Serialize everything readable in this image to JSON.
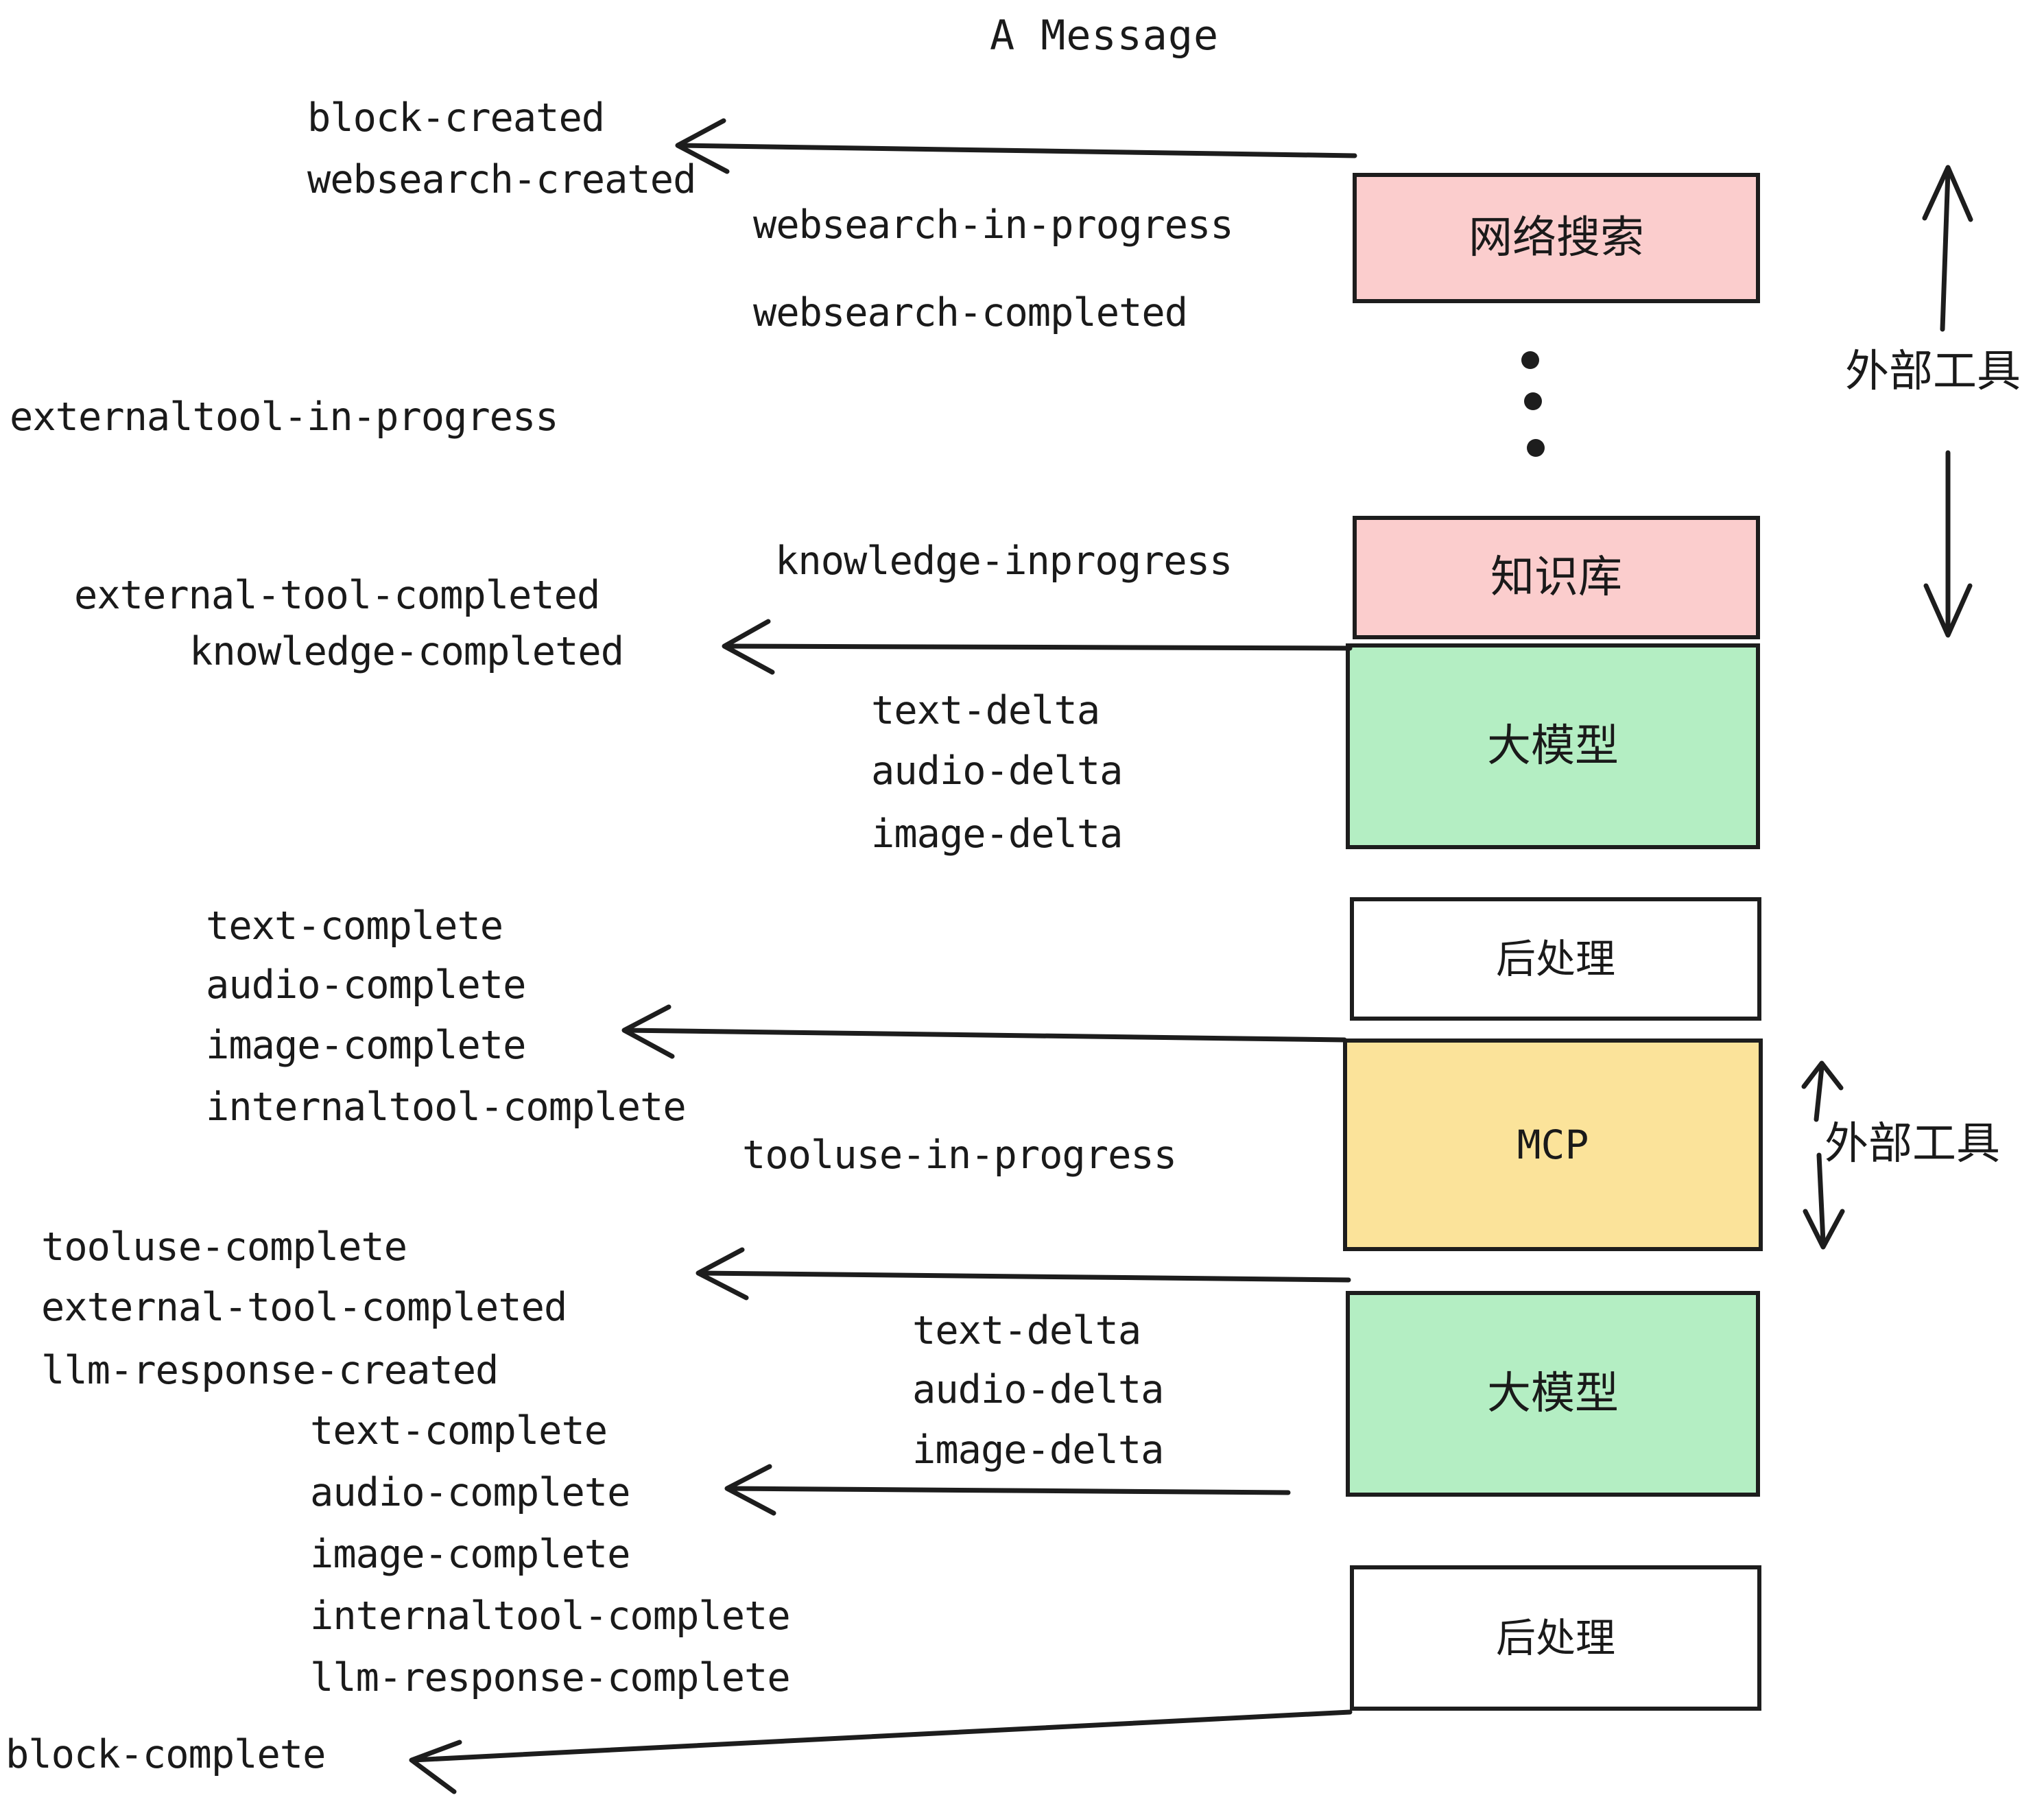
{
  "title": "A Message",
  "colors": {
    "pink": "#fbcdcd",
    "green": "#b4eec3",
    "yellow": "#fbe39a",
    "white": "#ffffff",
    "stroke": "#1d1d1d",
    "text": "#1a1a1a"
  },
  "boxes": [
    {
      "id": "websearch",
      "label": "网络搜索",
      "fill": "#fbcdcd"
    },
    {
      "id": "knowledge",
      "label": "知识库",
      "fill": "#fbcdcd"
    },
    {
      "id": "llm-1",
      "label": "大模型",
      "fill": "#b4eec3"
    },
    {
      "id": "postprocess-1",
      "label": "后处理",
      "fill": "#ffffff"
    },
    {
      "id": "mcp",
      "label": "MCP",
      "fill": "#fbe39a"
    },
    {
      "id": "llm-2",
      "label": "大模型",
      "fill": "#b4eec3"
    },
    {
      "id": "postprocess-2",
      "label": "后处理",
      "fill": "#ffffff"
    }
  ],
  "side_labels": [
    {
      "id": "external-tools-top",
      "text": "外部工具"
    },
    {
      "id": "external-tools-bottom",
      "text": "外部工具"
    }
  ],
  "events": [
    {
      "id": "block-created",
      "text": "block-created"
    },
    {
      "id": "websearch-created",
      "text": "websearch-created"
    },
    {
      "id": "websearch-in-progress",
      "text": "websearch-in-progress"
    },
    {
      "id": "websearch-completed",
      "text": "websearch-completed"
    },
    {
      "id": "externaltool-in-progress",
      "text": "externaltool-in-progress"
    },
    {
      "id": "knowledge-inprogress",
      "text": "knowledge-inprogress"
    },
    {
      "id": "external-tool-completed-1",
      "text": "external-tool-completed"
    },
    {
      "id": "knowledge-completed",
      "text": "knowledge-completed"
    },
    {
      "id": "text-delta-1",
      "text": "text-delta"
    },
    {
      "id": "audio-delta-1",
      "text": "audio-delta"
    },
    {
      "id": "image-delta-1",
      "text": "image-delta"
    },
    {
      "id": "text-complete-1",
      "text": "text-complete"
    },
    {
      "id": "audio-complete-1",
      "text": "audio-complete"
    },
    {
      "id": "image-complete-1",
      "text": "image-complete"
    },
    {
      "id": "internaltool-complete-1",
      "text": "internaltool-complete"
    },
    {
      "id": "tooluse-in-progress",
      "text": "tooluse-in-progress"
    },
    {
      "id": "tooluse-complete",
      "text": "tooluse-complete"
    },
    {
      "id": "external-tool-completed-2",
      "text": "external-tool-completed"
    },
    {
      "id": "llm-response-created",
      "text": "llm-response-created"
    },
    {
      "id": "text-delta-2",
      "text": "text-delta"
    },
    {
      "id": "audio-delta-2",
      "text": "audio-delta"
    },
    {
      "id": "image-delta-2",
      "text": "image-delta"
    },
    {
      "id": "text-complete-2",
      "text": "text-complete"
    },
    {
      "id": "audio-complete-2",
      "text": "audio-complete"
    },
    {
      "id": "image-complete-2",
      "text": "image-complete"
    },
    {
      "id": "internaltool-complete-2",
      "text": "internaltool-complete"
    },
    {
      "id": "llm-response-complete",
      "text": "llm-response-complete"
    },
    {
      "id": "block-complete",
      "text": "block-complete"
    }
  ]
}
